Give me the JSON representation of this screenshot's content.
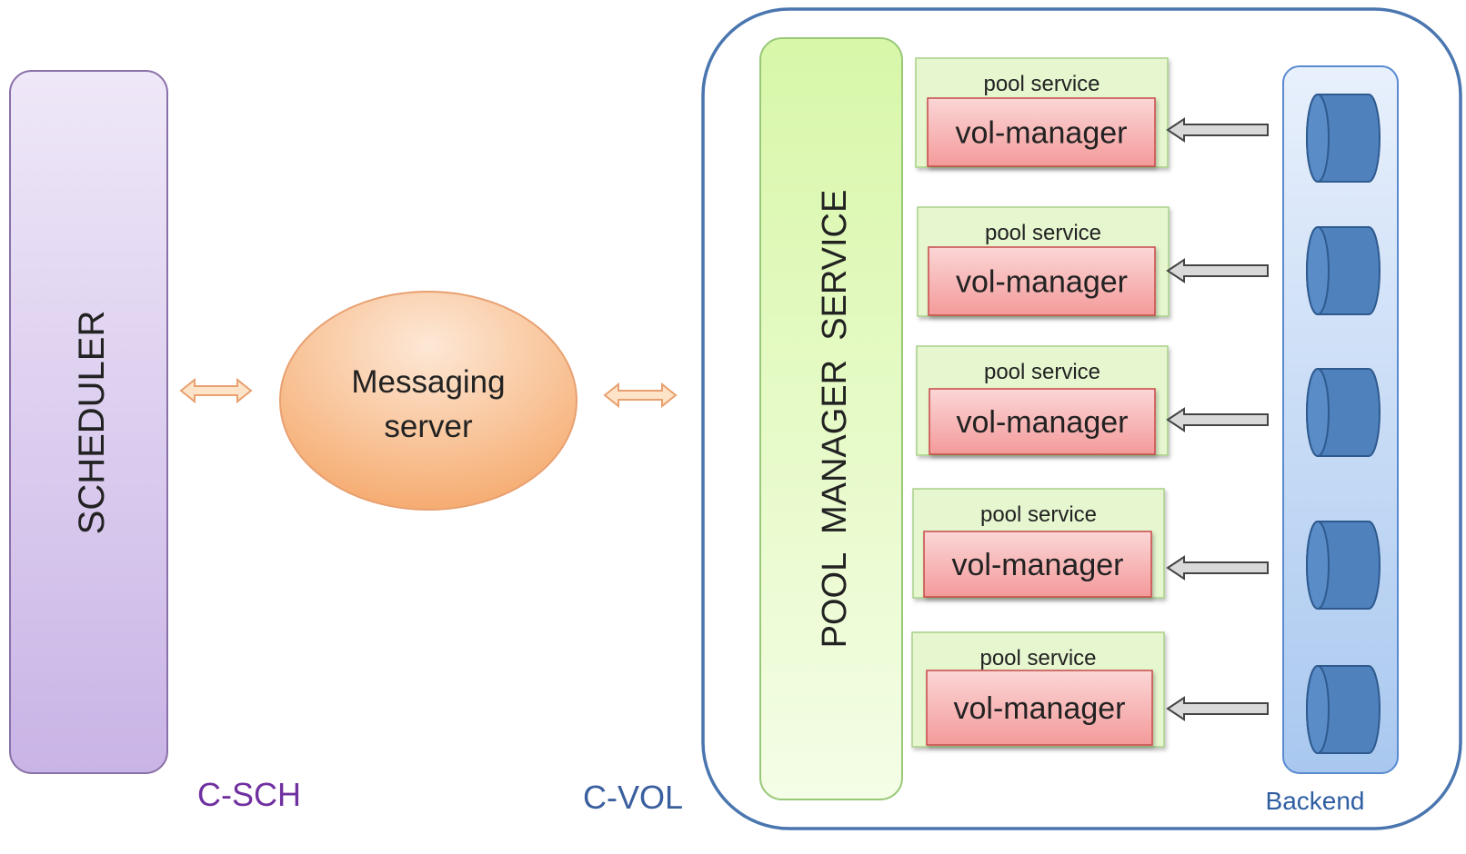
{
  "scheduler": {
    "label": "SCHEDULER"
  },
  "messaging": {
    "line1": "Messaging",
    "line2": "server"
  },
  "csch_label": "C-SCH",
  "cvol_label": "C-VOL",
  "pool_manager": {
    "label": "POOL  MANAGER  SERVICE"
  },
  "pool_services": [
    {
      "title": "pool service",
      "inner": "vol-manager"
    },
    {
      "title": "pool service",
      "inner": "vol-manager"
    },
    {
      "title": "pool service",
      "inner": "vol-manager"
    },
    {
      "title": "pool service",
      "inner": "vol-manager"
    },
    {
      "title": "pool service",
      "inner": "vol-manager"
    }
  ],
  "backend_label": "Backend",
  "colors": {
    "scheduler_top": "#efe8f8",
    "scheduler_bottom": "#c9b4e6",
    "scheduler_border": "#8a70a8",
    "messaging_light": "#fde3cc",
    "messaging_dark": "#f5a86a",
    "messaging_border": "#e8a070",
    "container_border": "#4a76b0",
    "pool_manager_top": "#d8f7a8",
    "pool_manager_bottom": "#f4fde6",
    "pool_manager_border": "#98c878",
    "pool_service_fill": "#e6f6cf",
    "pool_service_border": "#a8d088",
    "vol_top": "#fbd2d2",
    "vol_bottom": "#f49a9a",
    "vol_border": "#c84848",
    "backend_top": "#e8f0fc",
    "backend_bottom": "#a9c8ef",
    "backend_border": "#5a8ad0",
    "cylinder_fill": "#4f81bd",
    "cylinder_border": "#2e5a8e",
    "csch_text": "#7030a0",
    "cvol_text": "#3a5f9e",
    "backend_text": "#2f5ea1",
    "biarrow_fill": "#fde3c8",
    "biarrow_border": "#e8a070",
    "grey_arrow_fill": "#d9d9d9",
    "grey_arrow_border": "#444444"
  }
}
